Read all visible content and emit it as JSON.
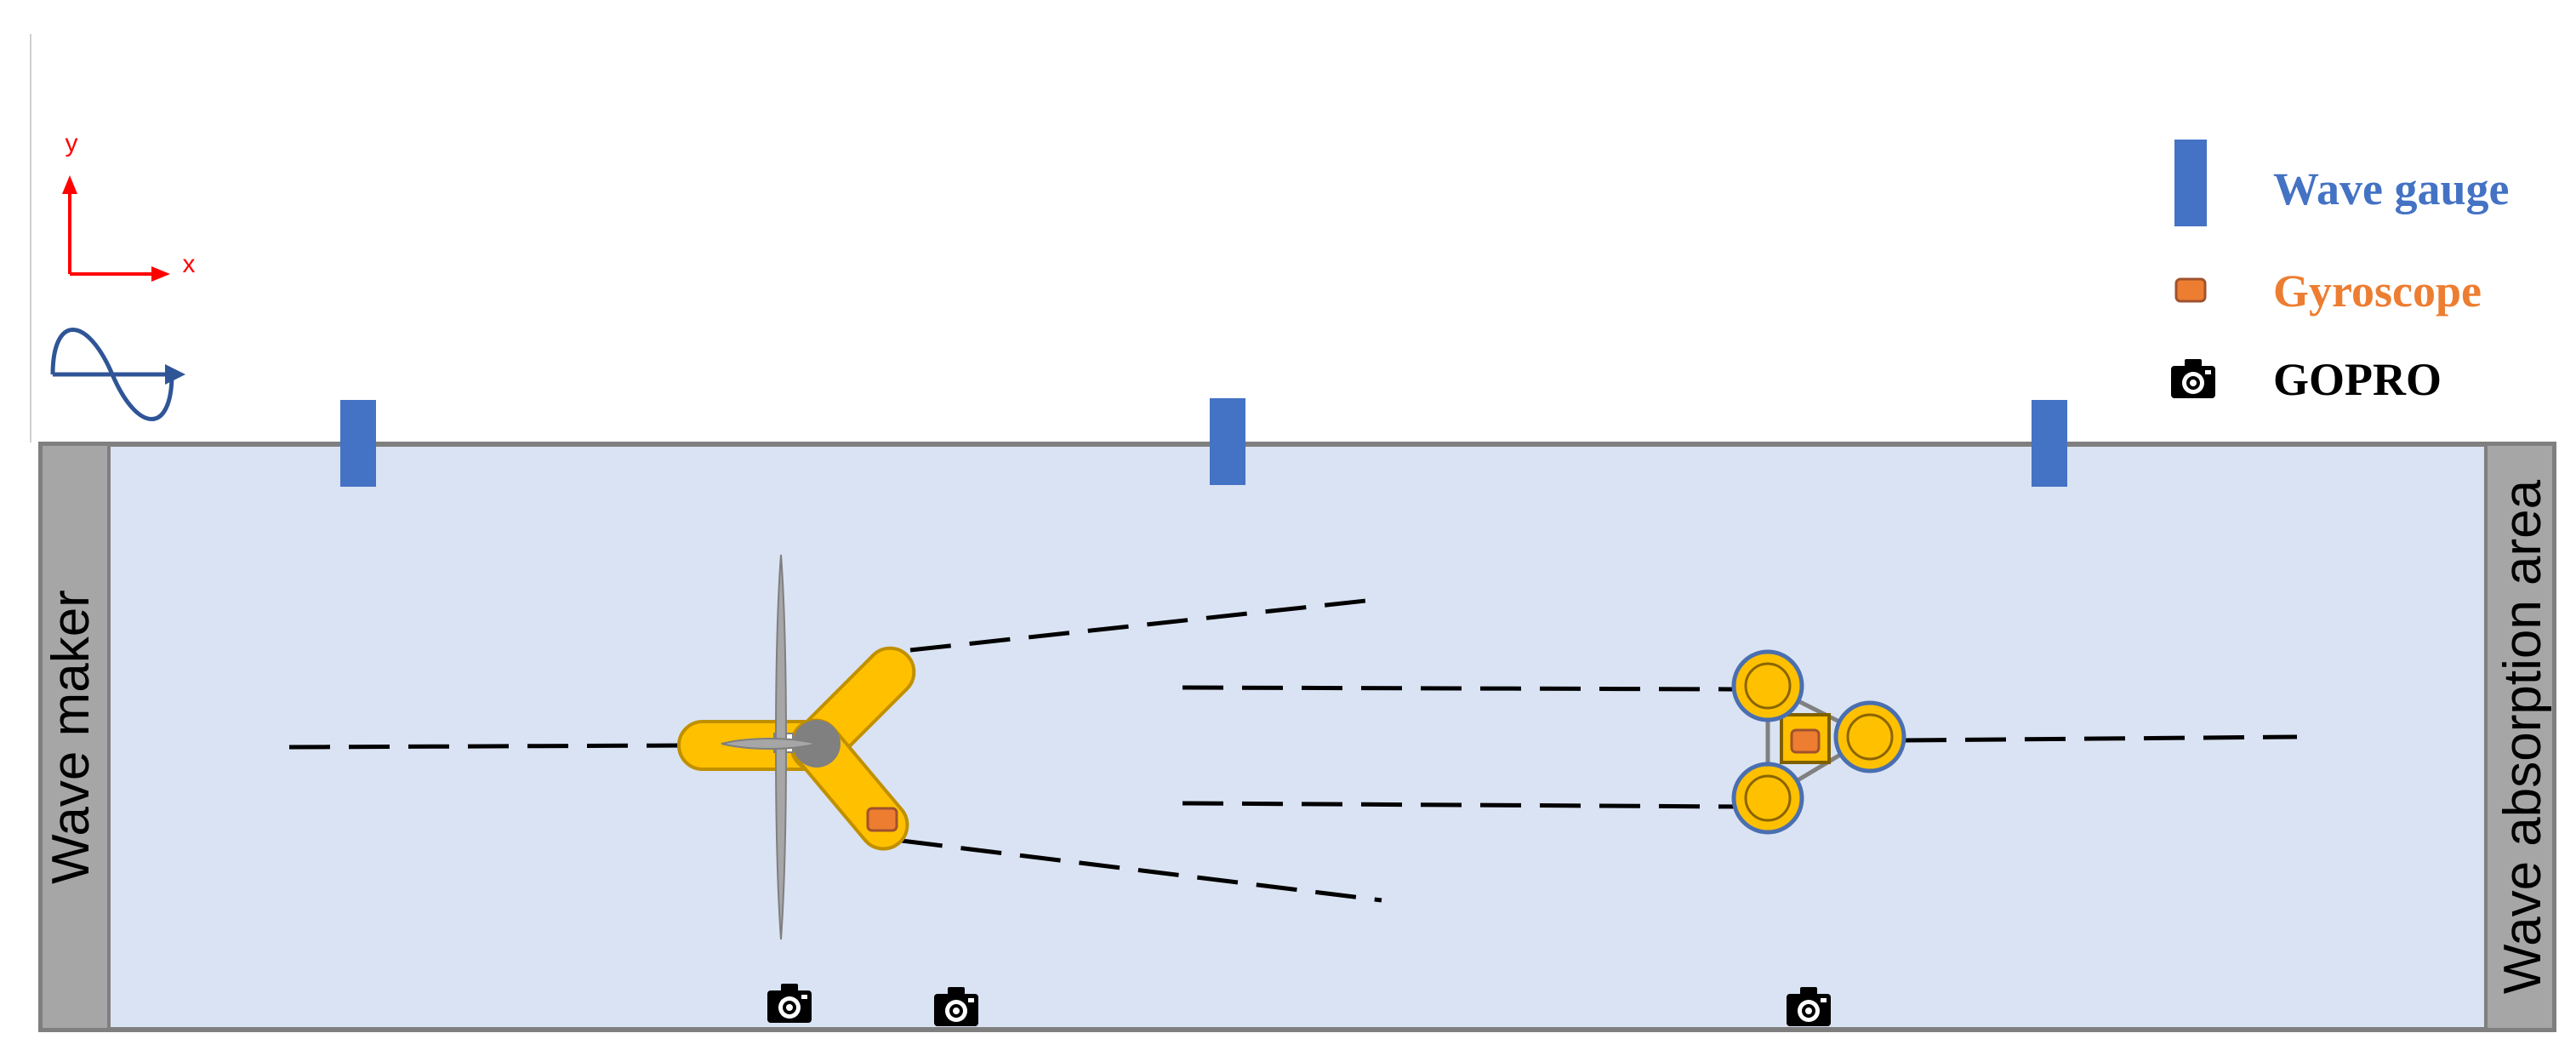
{
  "axes": {
    "x_label": "x",
    "y_label": "y"
  },
  "legend": {
    "wave_gauge_label": "Wave gauge",
    "gyroscope_label": "Gyroscope",
    "gopro_label": "GOPRO"
  },
  "tank": {
    "wave_maker_label": "Wave maker",
    "absorption_label": "Wave absorption area"
  },
  "colors": {
    "tank_water": "#dae3f3",
    "side_panel": "#a6a6a6",
    "tank_border": "#7f7f7f",
    "wave_gauge": "#4472c4",
    "gyroscope_fill": "#ed7d31",
    "gyroscope_stroke": "#a0522d",
    "platform_yellow": "#ffc000",
    "platform_outline": "#c09000",
    "buoy_ring": "#4a6fb0",
    "axis_red": "#ff0000",
    "wave_icon": "#2f5597",
    "turbine_grey": "#808080",
    "legend_blue": "#4472c4",
    "legend_orange": "#ed7d31",
    "legend_black": "#000000"
  },
  "icons": [
    "axis-arrows-icon",
    "wave-direction-icon",
    "wave-gauge-icon",
    "gyroscope-icon",
    "camera-icon"
  ]
}
